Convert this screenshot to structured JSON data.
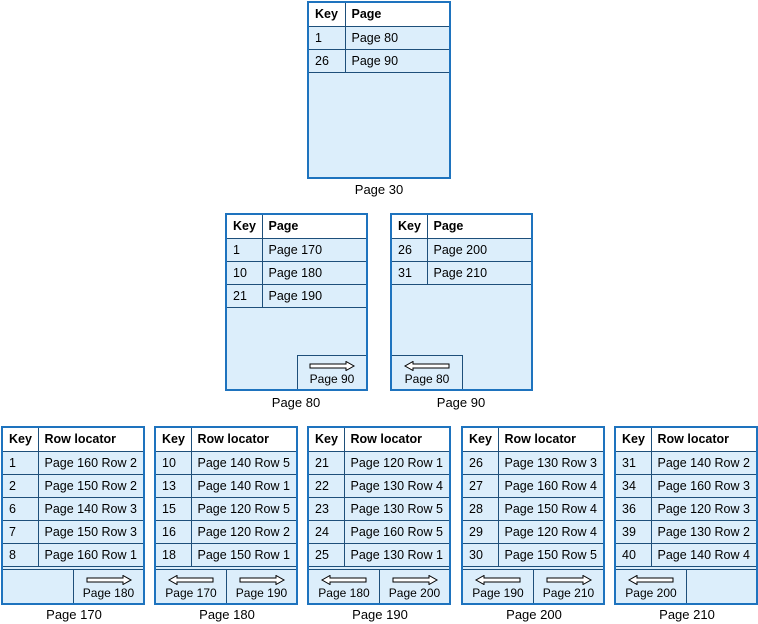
{
  "headers": {
    "key": "Key",
    "page": "Page",
    "row_locator": "Row locator"
  },
  "root": {
    "rows": [
      {
        "key": "1",
        "page": "Page 80"
      },
      {
        "key": "26",
        "page": "Page 90"
      }
    ],
    "caption": "Page 30"
  },
  "intermediate": [
    {
      "rows": [
        {
          "key": "1",
          "page": "Page 170"
        },
        {
          "key": "10",
          "page": "Page 180"
        },
        {
          "key": "21",
          "page": "Page 190"
        }
      ],
      "next": "Page 90",
      "caption": "Page 80"
    },
    {
      "rows": [
        {
          "key": "26",
          "page": "Page 200"
        },
        {
          "key": "31",
          "page": "Page 210"
        }
      ],
      "prev": "Page 80",
      "caption": "Page 90"
    }
  ],
  "leaves": [
    {
      "rows": [
        {
          "key": "1",
          "loc": "Page 160 Row 2"
        },
        {
          "key": "2",
          "loc": "Page 150 Row 2"
        },
        {
          "key": "6",
          "loc": "Page 140 Row 3"
        },
        {
          "key": "7",
          "loc": "Page 150 Row 3"
        },
        {
          "key": "8",
          "loc": "Page 160 Row 1"
        }
      ],
      "prev": "",
      "next": "Page 180",
      "caption": "Page 170"
    },
    {
      "rows": [
        {
          "key": "10",
          "loc": "Page 140 Row 5"
        },
        {
          "key": "13",
          "loc": "Page 140 Row 1"
        },
        {
          "key": "15",
          "loc": "Page 120 Row 5"
        },
        {
          "key": "16",
          "loc": "Page 120 Row 2"
        },
        {
          "key": "18",
          "loc": "Page 150 Row 1"
        }
      ],
      "prev": "Page 170",
      "next": "Page 190",
      "caption": "Page 180"
    },
    {
      "rows": [
        {
          "key": "21",
          "loc": "Page 120 Row 1"
        },
        {
          "key": "22",
          "loc": "Page 130 Row 4"
        },
        {
          "key": "23",
          "loc": "Page 130 Row 5"
        },
        {
          "key": "24",
          "loc": "Page 160 Row 5"
        },
        {
          "key": "25",
          "loc": "Page 130 Row 1"
        }
      ],
      "prev": "Page 180",
      "next": "Page 200",
      "caption": "Page 190"
    },
    {
      "rows": [
        {
          "key": "26",
          "loc": "Page 130 Row 3"
        },
        {
          "key": "27",
          "loc": "Page 160 Row 4"
        },
        {
          "key": "28",
          "loc": "Page 150 Row 4"
        },
        {
          "key": "29",
          "loc": "Page 120 Row 4"
        },
        {
          "key": "30",
          "loc": "Page 150 Row 5"
        }
      ],
      "prev": "Page 190",
      "next": "Page 210",
      "caption": "Page 200"
    },
    {
      "rows": [
        {
          "key": "31",
          "loc": "Page 140 Row 2"
        },
        {
          "key": "34",
          "loc": "Page 160 Row 3"
        },
        {
          "key": "36",
          "loc": "Page 120 Row 3"
        },
        {
          "key": "39",
          "loc": "Page 130 Row 2"
        },
        {
          "key": "40",
          "loc": "Page 140 Row 4"
        }
      ],
      "prev": "Page 200",
      "next": "",
      "caption": "Page 210"
    }
  ]
}
